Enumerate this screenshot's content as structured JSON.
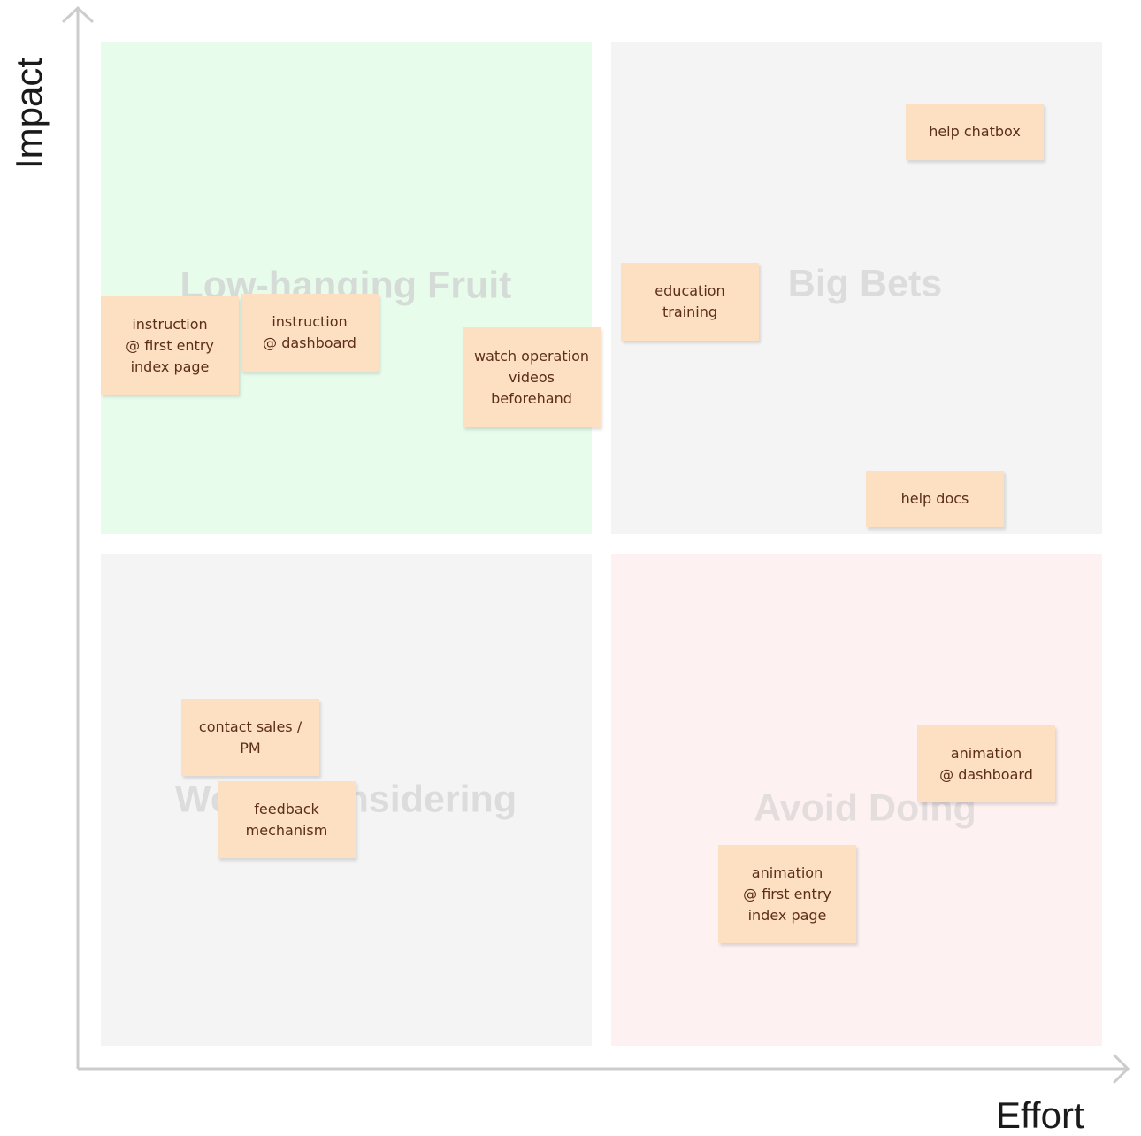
{
  "axes": {
    "y_label": "Impact",
    "x_label": "Effort"
  },
  "quadrants": {
    "top_left": "Low-hanging Fruit",
    "top_right": "Big Bets",
    "bottom_left": "Worth Considering",
    "bottom_right": "Avoid Doing"
  },
  "notes": {
    "help_chatbox": "help chatbox",
    "education_training": "education\ntraining",
    "help_docs": "help docs",
    "instruction_first_entry": "instruction\n@ first entry\nindex page",
    "instruction_dashboard": "instruction\n@ dashboard",
    "watch_videos": "watch operation\nvideos\nbeforehand",
    "contact_sales": "contact sales /\nPM",
    "feedback_mechanism": "feedback\nmechanism",
    "animation_dashboard": "animation\n@ dashboard",
    "animation_first_entry": "animation\n@ first entry\nindex page"
  },
  "colors": {
    "note": "#fde0c2",
    "note_text": "#5c2e1a",
    "quadrant_low_hanging": "#e8fcec",
    "quadrant_neutral": "#f4f4f4",
    "quadrant_avoid": "#fdf1f1",
    "axis": "#cccccc"
  }
}
